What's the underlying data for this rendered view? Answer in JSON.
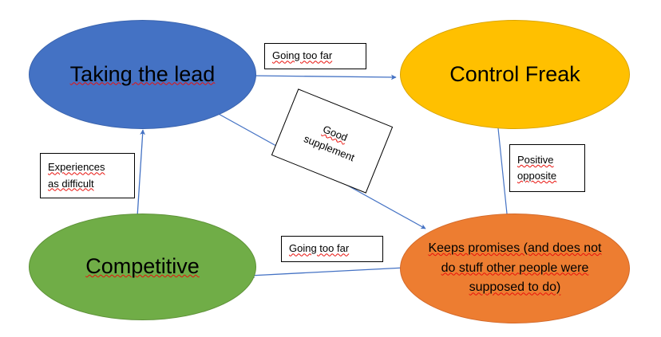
{
  "diagram": {
    "title": "Taking the lead / Control Freak / Competitive behaviour map",
    "background_color": "#FFFFFF",
    "arrow_color": "#4472C4",
    "spellcheck_underline_color": "#E8110C"
  },
  "nodes": [
    {
      "id": "taking-the-lead",
      "label": "Taking the lead",
      "shape": "ellipse",
      "fill": "#4472C4",
      "text_color": "#000000",
      "spellchecked": true
    },
    {
      "id": "control-freak",
      "label": "Control Freak",
      "shape": "ellipse",
      "fill": "#FFC000",
      "text_color": "#000000",
      "spellchecked": false
    },
    {
      "id": "competitive",
      "label": "Competitive",
      "shape": "ellipse",
      "fill": "#70AD47",
      "text_color": "#000000",
      "spellchecked": true
    },
    {
      "id": "keeps-promises",
      "label": "Keeps promises (and does not do stuff other people were supposed to do)",
      "lines": [
        "Keeps promises (and does not",
        "do stuff other people were",
        "supposed to do)"
      ],
      "shape": "ellipse",
      "fill": "#ED7D31",
      "text_color": "#000000",
      "spellchecked": true
    }
  ],
  "edge_labels": [
    {
      "id": "going-too-far-top",
      "lines": [
        "Going too far"
      ],
      "from": "taking-the-lead",
      "to": "control-freak",
      "rotated": false
    },
    {
      "id": "good-supplement",
      "lines": [
        "Good",
        "supplement"
      ],
      "from": "taking-the-lead",
      "to": "keeps-promises",
      "rotated": true,
      "rotation_deg": 22
    },
    {
      "id": "positive-opposite",
      "lines": [
        "Positive",
        "opposite"
      ],
      "from": "control-freak",
      "to": "keeps-promises",
      "rotated": false
    },
    {
      "id": "going-too-far-bottom",
      "lines": [
        "Going too far"
      ],
      "from": "keeps-promises",
      "to": "competitive",
      "rotated": false
    },
    {
      "id": "experiences-as-difficult",
      "lines": [
        "Experiences",
        "as difficult"
      ],
      "from": "competitive",
      "to": "taking-the-lead",
      "rotated": false
    }
  ],
  "arrows": [
    {
      "id": "arrow-lead-to-control",
      "from": "taking-the-lead",
      "to": "control-freak",
      "direction": "right"
    },
    {
      "id": "arrow-lead-to-keeps",
      "from": "taking-the-lead",
      "to": "keeps-promises",
      "direction": "down-right"
    },
    {
      "id": "arrow-control-to-keeps",
      "from": "control-freak",
      "to": "keeps-promises",
      "direction": "down"
    },
    {
      "id": "arrow-keeps-to-competitive",
      "from": "keeps-promises",
      "to": "competitive",
      "direction": "left"
    },
    {
      "id": "arrow-competitive-to-lead",
      "from": "competitive",
      "to": "taking-the-lead",
      "direction": "up"
    }
  ]
}
